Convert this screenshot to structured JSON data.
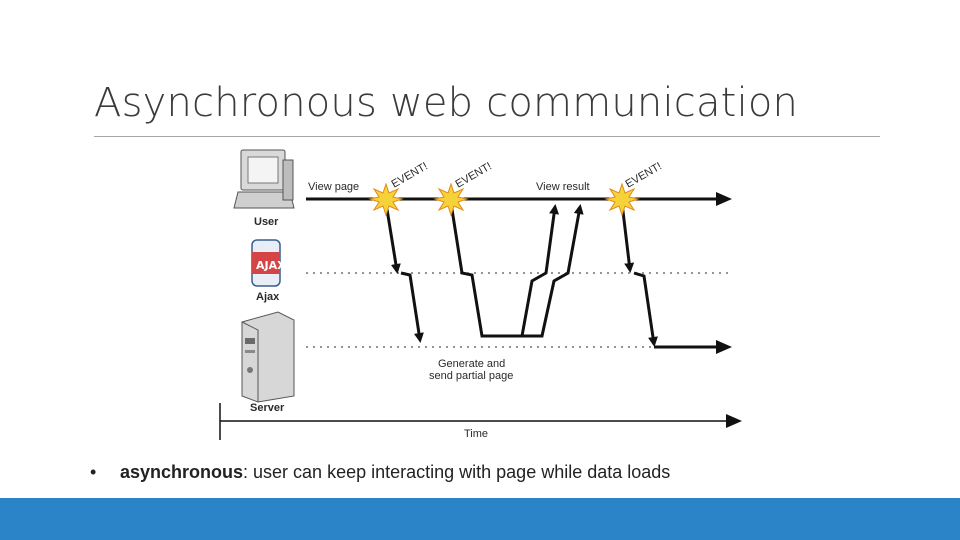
{
  "slide": {
    "title": "Asynchronous web communication",
    "bullet": {
      "marker": "•",
      "term": "asynchronous",
      "text": ": user can keep interacting with page while data loads"
    },
    "colors": {
      "accent_bar": "#2c84c8",
      "title_rule": "#a6a6a6"
    }
  },
  "diagram": {
    "actors": [
      "User",
      "Ajax",
      "Server"
    ],
    "labels": {
      "view_page": "View page",
      "view_result": "View result",
      "generate_line1": "Generate and",
      "generate_line2": "send partial page",
      "time": "Time"
    },
    "events": [
      "EVENT!",
      "EVENT!",
      "EVENT!"
    ],
    "icons": [
      "computer-icon",
      "ajax-can-icon",
      "server-tower-icon",
      "starburst-icon"
    ]
  }
}
